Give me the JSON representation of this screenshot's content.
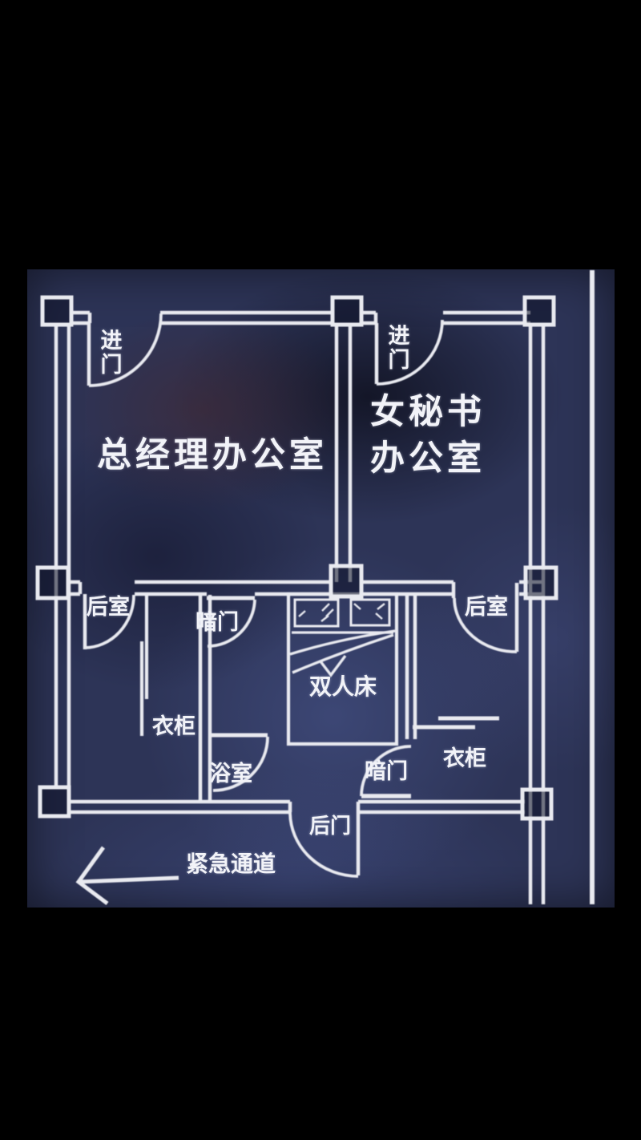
{
  "colors": {
    "canvas_background": "#000000",
    "plan_background": "#2d3457",
    "wall_line": "#e9eaf0",
    "label_text": "#f2f3f8"
  },
  "plan": {
    "offices": {
      "gm_office": "总经理办公室",
      "secretary_office_line1": "女秘书",
      "secretary_office_line2": "办公室"
    },
    "rooms": {
      "back_room_left": "后室",
      "back_room_right": "后室",
      "bathroom": "浴室"
    },
    "doors": {
      "entrance_left": "进门",
      "entrance_right": "进门",
      "hidden_door_left": "暗门",
      "hidden_door_right": "暗门",
      "back_door": "后门"
    },
    "furniture": {
      "double_bed": "双人床",
      "wardrobe_left": "衣柜",
      "wardrobe_right": "衣柜"
    },
    "escape": {
      "emergency_passage": "紧急通道",
      "arrow_icon": "left-arrow"
    }
  }
}
